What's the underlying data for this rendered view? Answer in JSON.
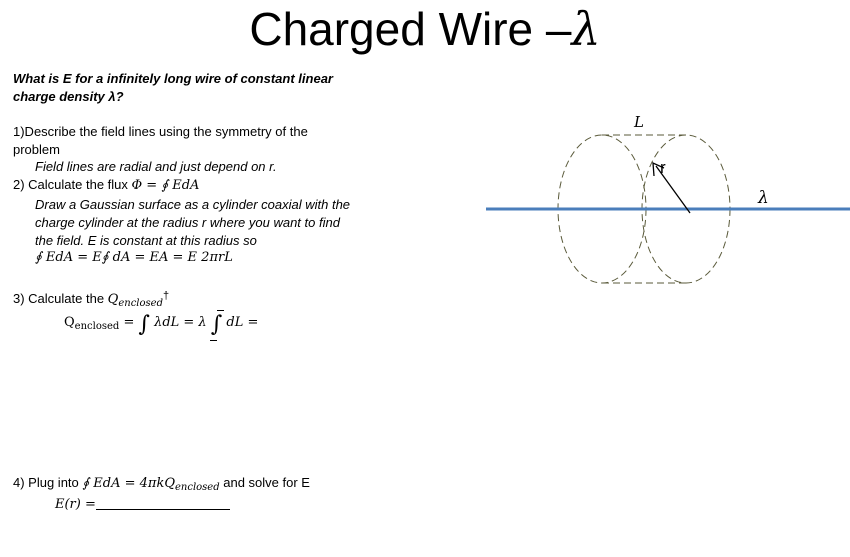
{
  "title": {
    "text": "Charged Wire –",
    "symbol": "λ"
  },
  "question": {
    "line1": "What is E for a infinitely long  wire of constant  linear",
    "line2": "charge density λ?"
  },
  "step1": {
    "heading_line1": "1)Describe  the field lines using the symmetry of the",
    "heading_line2": "problem",
    "answer": "Field lines are radial and just depend on r."
  },
  "step2": {
    "heading_prefix": "2) Calculate the flux ",
    "heading_math": "Φ = ∮ EdA",
    "answer_line1": "Draw a Gaussian surface as a cylinder coaxial with the",
    "answer_line2": "charge cylinder  at the radius r where you want to find",
    "answer_line3": "the field. E is constant at this radius so",
    "answer_math": "∮ EdA = E∮ dA = EA = E 2πrL"
  },
  "step3": {
    "heading_prefix": "3) Calculate the ",
    "heading_Q": "Q",
    "heading_sub": "enclosed",
    "heading_mark": "†",
    "eq_Q": "Q",
    "eq_sub": "enclosed",
    "eq_eq1": " = ",
    "eq_int1": "∫",
    "eq_body1": " λdL = λ ",
    "eq_int2": "∫",
    "eq_body2": " dL = "
  },
  "step4": {
    "prefix": "4) Plug into ",
    "math": "∮ EdA = 4πkQ",
    "math_sub": "enclosed",
    "suffix": " and solve for E",
    "result_label": "E(r) ="
  },
  "diagram": {
    "label_L": "L",
    "label_r": "r",
    "label_lambda": "λ",
    "colors": {
      "wire": "#4a7ebb",
      "surface": "#5a5a3a",
      "arrow": "#000000"
    }
  }
}
